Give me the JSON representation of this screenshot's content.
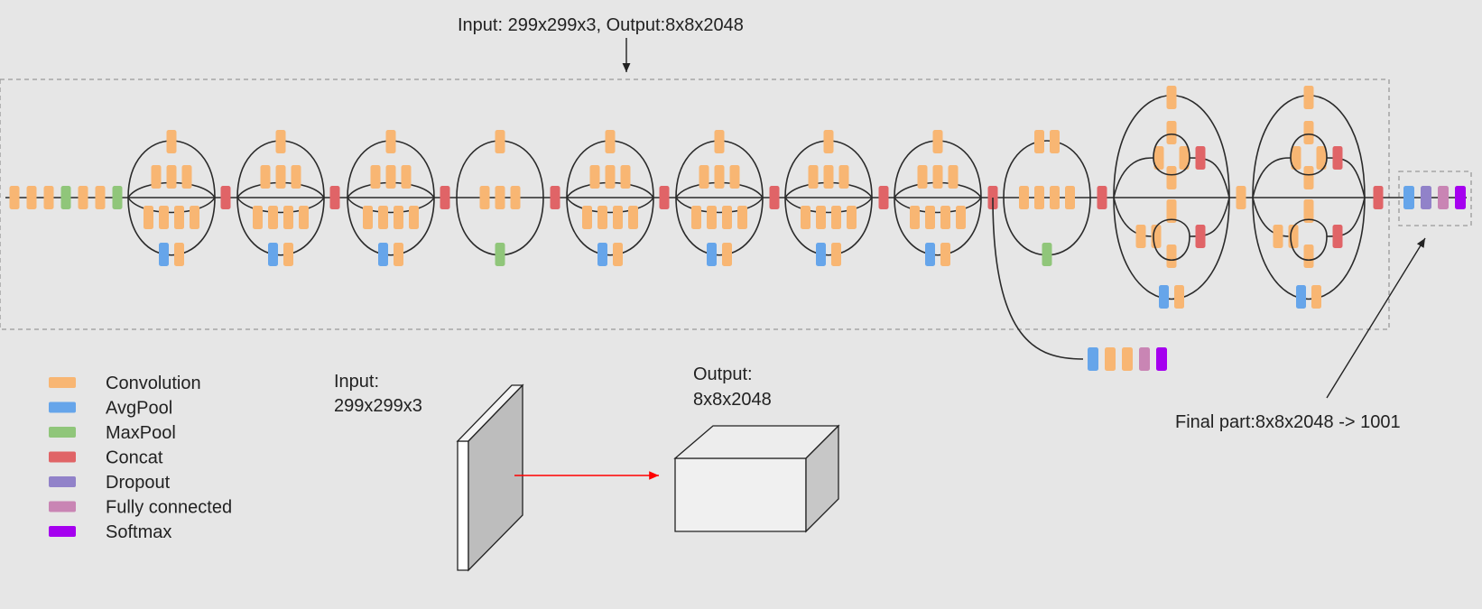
{
  "title_label": "Input: 299x299x3, Output:8x8x2048",
  "final_label": "Final part:8x8x2048 -> 1001",
  "cube": {
    "input_label_1": "Input:",
    "input_label_2": "299x299x3",
    "output_label_1": "Output:",
    "output_label_2": "8x8x2048"
  },
  "colors": {
    "convolution": "#f8b673",
    "avgpool": "#66a5ea",
    "maxpool": "#90c67a",
    "concat": "#e06467",
    "dropout": "#9182c9",
    "fully_connected": "#c985b4",
    "softmax": "#a500ef",
    "box_border": "#9a9a9a",
    "arrow_red": "#ff0000"
  },
  "legend": [
    {
      "key": "convolution",
      "label": "Convolution"
    },
    {
      "key": "avgpool",
      "label": "AvgPool"
    },
    {
      "key": "maxpool",
      "label": "MaxPool"
    },
    {
      "key": "concat",
      "label": "Concat"
    },
    {
      "key": "dropout",
      "label": "Dropout"
    },
    {
      "key": "fully_connected",
      "label": "Fully connected"
    },
    {
      "key": "softmax",
      "label": "Softmax"
    }
  ],
  "stem_blocks": [
    "convolution",
    "convolution",
    "convolution",
    "maxpool",
    "convolution",
    "convolution",
    "maxpool"
  ],
  "inception_modules": [
    {
      "type": "A",
      "top": [
        "convolution"
      ],
      "row1": [
        "convolution",
        "convolution",
        "convolution"
      ],
      "row2": [
        "convolution",
        "convolution",
        "convolution",
        "convolution"
      ],
      "bottom": [
        "avgpool",
        "convolution"
      ]
    },
    {
      "type": "A",
      "top": [
        "convolution"
      ],
      "row1": [
        "convolution",
        "convolution",
        "convolution"
      ],
      "row2": [
        "convolution",
        "convolution",
        "convolution",
        "convolution"
      ],
      "bottom": [
        "avgpool",
        "convolution"
      ]
    },
    {
      "type": "A",
      "top": [
        "convolution"
      ],
      "row1": [
        "convolution",
        "convolution",
        "convolution"
      ],
      "row2": [
        "convolution",
        "convolution",
        "convolution",
        "convolution"
      ],
      "bottom": [
        "avgpool",
        "convolution"
      ]
    },
    {
      "type": "R",
      "top": [
        "convolution"
      ],
      "row1": [
        "convolution",
        "convolution",
        "convolution"
      ],
      "row2": [],
      "bottom": [
        "maxpool"
      ]
    },
    {
      "type": "A",
      "top": [
        "convolution"
      ],
      "row1": [
        "convolution",
        "convolution",
        "convolution"
      ],
      "row2": [
        "convolution",
        "convolution",
        "convolution",
        "convolution"
      ],
      "bottom": [
        "avgpool",
        "convolution"
      ]
    },
    {
      "type": "A",
      "top": [
        "convolution"
      ],
      "row1": [
        "convolution",
        "convolution",
        "convolution"
      ],
      "row2": [
        "convolution",
        "convolution",
        "convolution",
        "convolution"
      ],
      "bottom": [
        "avgpool",
        "convolution"
      ]
    },
    {
      "type": "A",
      "top": [
        "convolution"
      ],
      "row1": [
        "convolution",
        "convolution",
        "convolution"
      ],
      "row2": [
        "convolution",
        "convolution",
        "convolution",
        "convolution"
      ],
      "bottom": [
        "avgpool",
        "convolution"
      ]
    },
    {
      "type": "A",
      "top": [
        "convolution"
      ],
      "row1": [
        "convolution",
        "convolution",
        "convolution"
      ],
      "row2": [
        "convolution",
        "convolution",
        "convolution",
        "convolution"
      ],
      "bottom": [
        "avgpool",
        "convolution"
      ]
    },
    {
      "type": "R2",
      "top": [
        "convolution",
        "convolution"
      ],
      "row1": [
        "convolution",
        "convolution",
        "convolution",
        "convolution"
      ],
      "row2": [],
      "bottom": [
        "maxpool"
      ]
    },
    {
      "type": "C"
    },
    {
      "type": "C"
    }
  ],
  "aux_head": [
    "avgpool",
    "convolution",
    "convolution",
    "fully_connected",
    "softmax"
  ],
  "final_head": [
    "avgpool",
    "dropout",
    "fully_connected",
    "softmax"
  ]
}
